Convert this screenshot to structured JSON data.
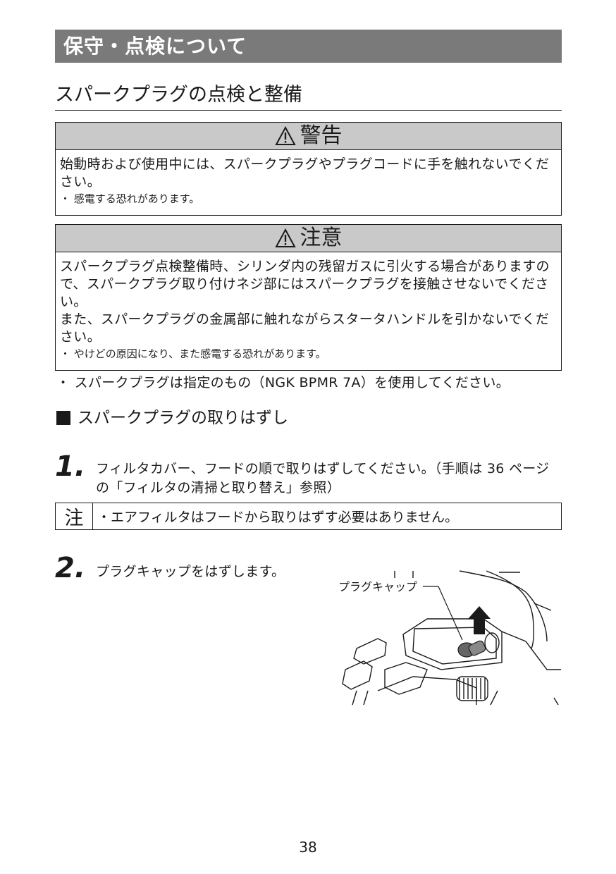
{
  "header": {
    "title": "保守・点検について"
  },
  "section": {
    "title": "スパークプラグの点検と整備"
  },
  "warning": {
    "heading": "警告",
    "text": "始動時および使用中には、スパークプラグやプラグコードに手を触れないでください。",
    "note": "・ 感電する恐れがあります。"
  },
  "caution": {
    "heading": "注意",
    "text1": "スパークプラグ点検整備時、シリンダ内の残留ガスに引火する場合がありますので、スパークプラグ取り付けネジ部にはスパークプラグを接触させないでください。",
    "text2": "また、スパークプラグの金属部に触れながらスタータハンドルを引かないでください。",
    "note": "・ やけどの原因になり、また感電する恐れがあります。"
  },
  "plug_note": "・ スパークプラグは指定のもの（NGK BPMR 7A）を使用してください。",
  "subsection": {
    "title": "スパークプラグの取りはずし"
  },
  "steps": [
    {
      "number": "1.",
      "text": "フィルタカバー、フードの順で取りはずしてください。（手順は 36 ページの「フィルタの清掃と取り替え」参照）"
    },
    {
      "number": "2.",
      "text": "プラグキャップをはずします。"
    }
  ],
  "memo": {
    "label": "注",
    "text": "・エアフィルタはフードから取りはずす必要はありません。"
  },
  "illustration": {
    "callout": "プラグキャップ"
  },
  "page_number": "38",
  "colors": {
    "header_bg": "#7a7a7a",
    "box_head_bg": "#c9c9c9"
  }
}
